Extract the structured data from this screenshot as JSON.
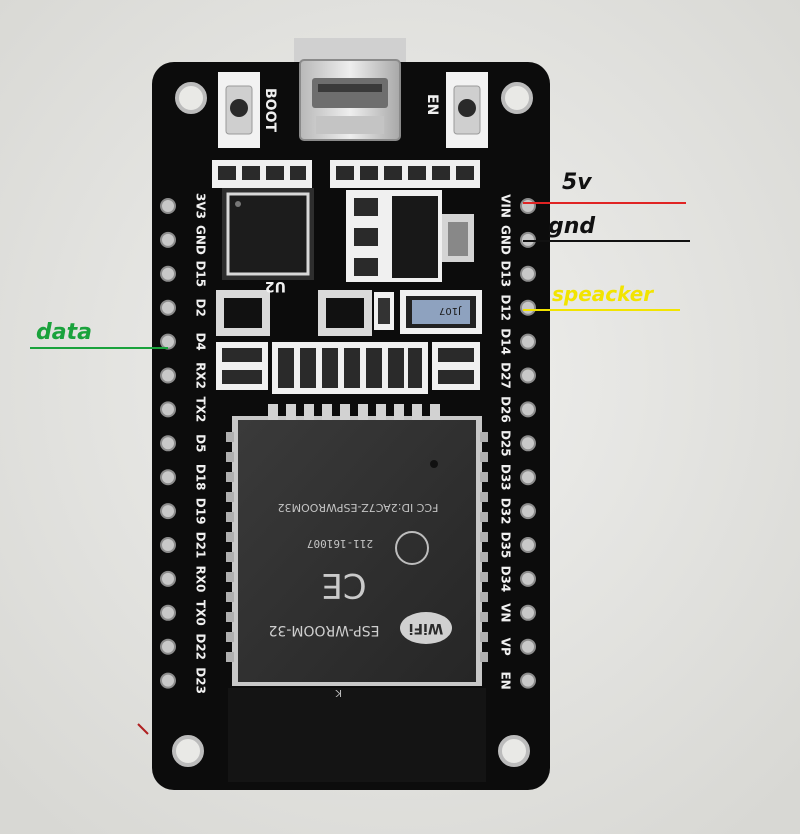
{
  "board": {
    "buttons": {
      "boot": "BOOT",
      "en": "EN"
    },
    "chip_labels": {
      "u2": "U2",
      "resistor": "J107"
    },
    "left_pins": [
      "3V3",
      "GND",
      "D15",
      "D2",
      "D4",
      "RX2",
      "TX2",
      "D5",
      "D18",
      "D19",
      "D21",
      "RX0",
      "TX0",
      "D22",
      "D23"
    ],
    "right_pins": [
      "VIN",
      "GND",
      "D13",
      "D12",
      "D14",
      "D27",
      "D26",
      "D25",
      "D33",
      "D32",
      "D35",
      "D34",
      "VN",
      "VP",
      "EN"
    ],
    "module": {
      "fcc": "FCC ID:2AC7Z-ESPWROOM32",
      "code": "211-161007",
      "ce": "CE",
      "wifi": "WiFi",
      "model": "ESP-WROOM-32",
      "antenna_mark": "K"
    }
  },
  "annotations": {
    "v5": {
      "label": "5v",
      "color": "#e02424"
    },
    "gnd": {
      "label": "gnd",
      "color": "#111111"
    },
    "speaker": {
      "label": "speacker",
      "color": "#f2e400"
    },
    "data": {
      "label": "data",
      "color": "#1aa23c"
    }
  },
  "colors": {
    "pcb": "#0c0c0c",
    "silkscreen": "#f0f0f0",
    "module_shield": "#2e2e2e",
    "pin_pad": "#c8c8c8",
    "background": "#e8e8e6"
  }
}
